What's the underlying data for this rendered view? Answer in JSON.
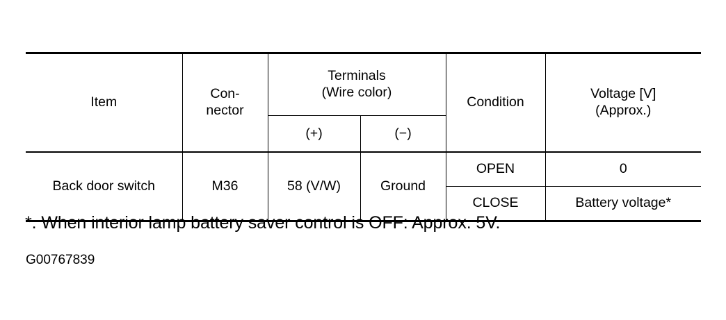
{
  "document": {
    "figure_id": "G00767839",
    "footnote": "*. When interior lamp battery saver control is OFF: Approx. 5V."
  },
  "table": {
    "headers": {
      "item": "Item",
      "connector_line1": "Con-",
      "connector_line2": "nector",
      "terminals_line1": "Terminals",
      "terminals_line2": "(Wire color)",
      "terminal_positive": "(+)",
      "terminal_negative": "(−)",
      "condition": "Condition",
      "voltage_line1": "Voltage [V]",
      "voltage_line2": "(Approx.)"
    },
    "rows": [
      {
        "item": "Back door switch",
        "connector": "M36",
        "terminal_positive": "58 (V/W)",
        "terminal_negative": "Ground",
        "conditions": [
          {
            "condition": "OPEN",
            "voltage": "0"
          },
          {
            "condition": "CLOSE",
            "voltage": "Battery voltage*"
          }
        ]
      }
    ]
  },
  "colors": {
    "ink": "#000000",
    "page": "#ffffff"
  }
}
